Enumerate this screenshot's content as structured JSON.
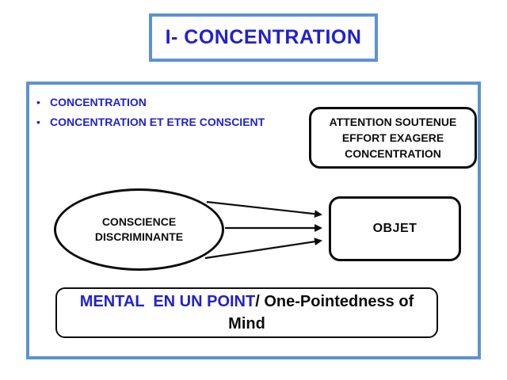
{
  "title": {
    "text": "I- CONCENTRATION"
  },
  "colors": {
    "frame_blue": "#5E92CF",
    "text_blue": "#2121CE",
    "text_black": "#0d0d0d",
    "background": "#ffffff"
  },
  "bullets": {
    "dot": "•",
    "items": [
      {
        "label": "CONCENTRATION"
      },
      {
        "label": "CONCENTRATION ET ETRE CONSCIENT"
      }
    ]
  },
  "attention_box": {
    "lines": [
      "ATTENTION SOUTENUE",
      "EFFORT EXAGERE",
      "CONCENTRATION"
    ]
  },
  "ellipse": {
    "lines": [
      "CONSCIENCE",
      "DISCRIMINANTE"
    ]
  },
  "object_box": {
    "label": "OBJET"
  },
  "arrows": {
    "count": 3,
    "from": "CONSCIENCE DISCRIMINANTE",
    "to": "OBJET"
  },
  "mental_box": {
    "french": "MENTAL  EN UN POINT",
    "english": "/ One-Pointedness of Mind"
  }
}
